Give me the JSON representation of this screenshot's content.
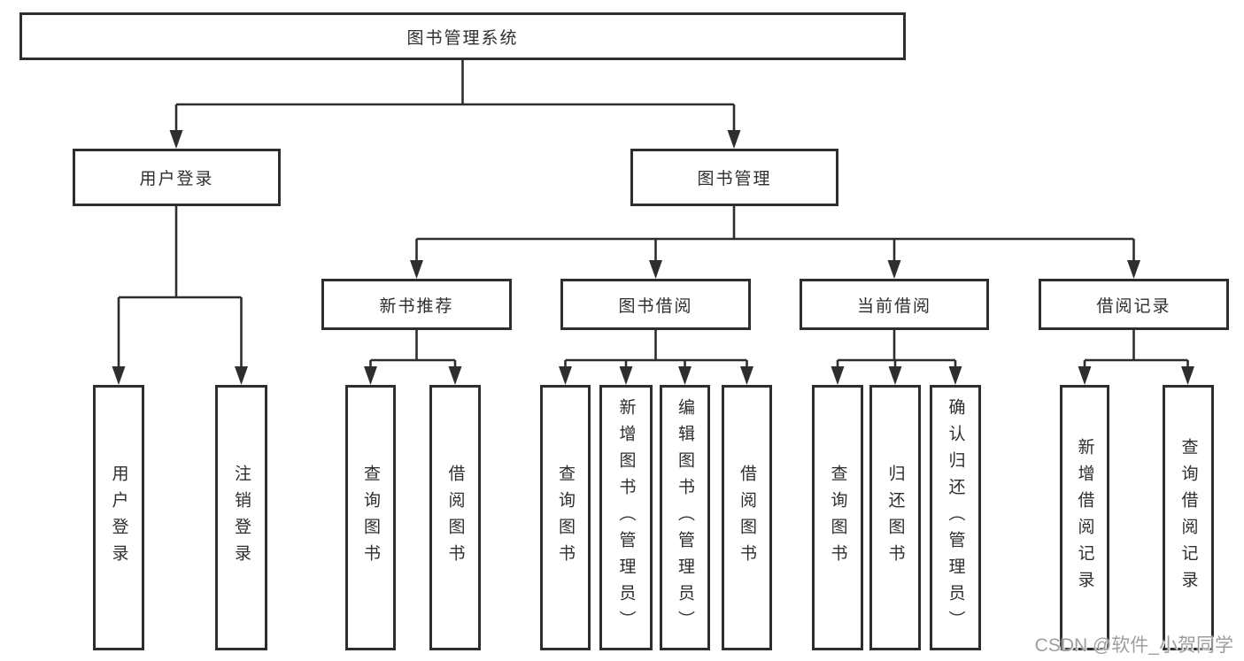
{
  "title": "图书管理系统",
  "tree": {
    "label": "图书管理系统",
    "children": [
      {
        "label": "用户登录",
        "children": [
          {
            "label": "用户登录"
          },
          {
            "label": "注销登录"
          }
        ]
      },
      {
        "label": "图书管理",
        "children": [
          {
            "label": "新书推荐",
            "children": [
              {
                "label": "查询图书"
              },
              {
                "label": "借阅图书"
              }
            ]
          },
          {
            "label": "图书借阅",
            "children": [
              {
                "label": "查询图书"
              },
              {
                "label": "新增图书（管理员）"
              },
              {
                "label": "编辑图书（管理员）"
              },
              {
                "label": "借阅图书"
              }
            ]
          },
          {
            "label": "当前借阅",
            "children": [
              {
                "label": "查询图书"
              },
              {
                "label": "归还图书"
              },
              {
                "label": "确认归还（管理员）"
              }
            ]
          },
          {
            "label": "借阅记录",
            "children": [
              {
                "label": "新增借阅记录"
              },
              {
                "label": "查询借阅记录"
              }
            ]
          }
        ]
      }
    ]
  },
  "colors": {
    "line": "#2e2e2e",
    "box_border": "#2e2e2e",
    "text": "#2e2e2e",
    "watermark": "#9e9e9e",
    "background": "#ffffff"
  },
  "watermark": "CSDN @软件_小贺同学"
}
